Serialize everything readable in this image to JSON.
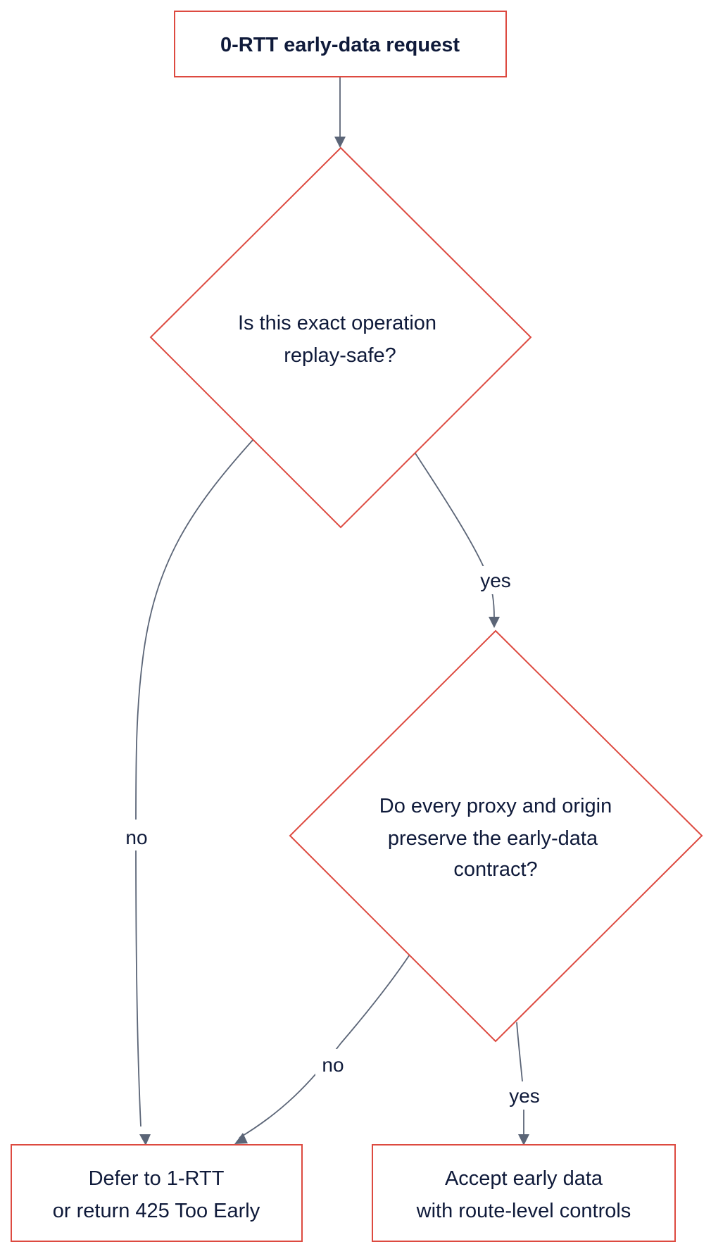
{
  "nodes": {
    "start": {
      "label": "0-RTT early-data request"
    },
    "decision_replay": {
      "lines": [
        "Is this exact operation",
        "replay-safe?"
      ]
    },
    "decision_proxy": {
      "lines": [
        "Do every proxy and origin",
        "preserve the early-data",
        "contract?"
      ]
    },
    "defer": {
      "lines": [
        "Defer to 1-RTT",
        "or return 425 Too Early"
      ]
    },
    "accept": {
      "lines": [
        "Accept early data",
        "with route-level controls"
      ]
    }
  },
  "edges": {
    "replay_no": "no",
    "replay_yes": "yes",
    "proxy_no": "no",
    "proxy_yes": "yes"
  },
  "colors": {
    "node_stroke": "#dd4a40",
    "edge": "#5b6577",
    "text": "#0f1a3a"
  }
}
